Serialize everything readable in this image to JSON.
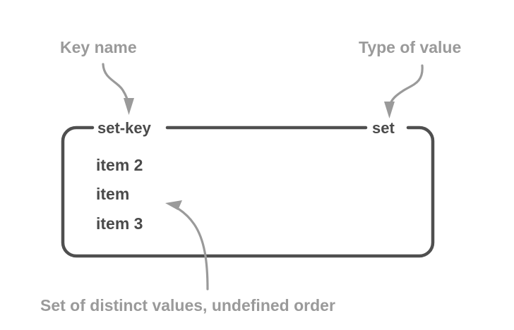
{
  "diagram": {
    "type": "redis-set-key-annotation",
    "background_color": "#ffffff",
    "label_color": "#9a9a9a",
    "box_color": "#4f4f4f",
    "annotations": {
      "key_name": "Key name",
      "type_of_value": "Type of value",
      "caption": "Set of distinct values, undefined order"
    },
    "box": {
      "key_label": "set-key",
      "type_label": "set",
      "items": [
        "item 2",
        "item",
        "item 3"
      ]
    }
  }
}
